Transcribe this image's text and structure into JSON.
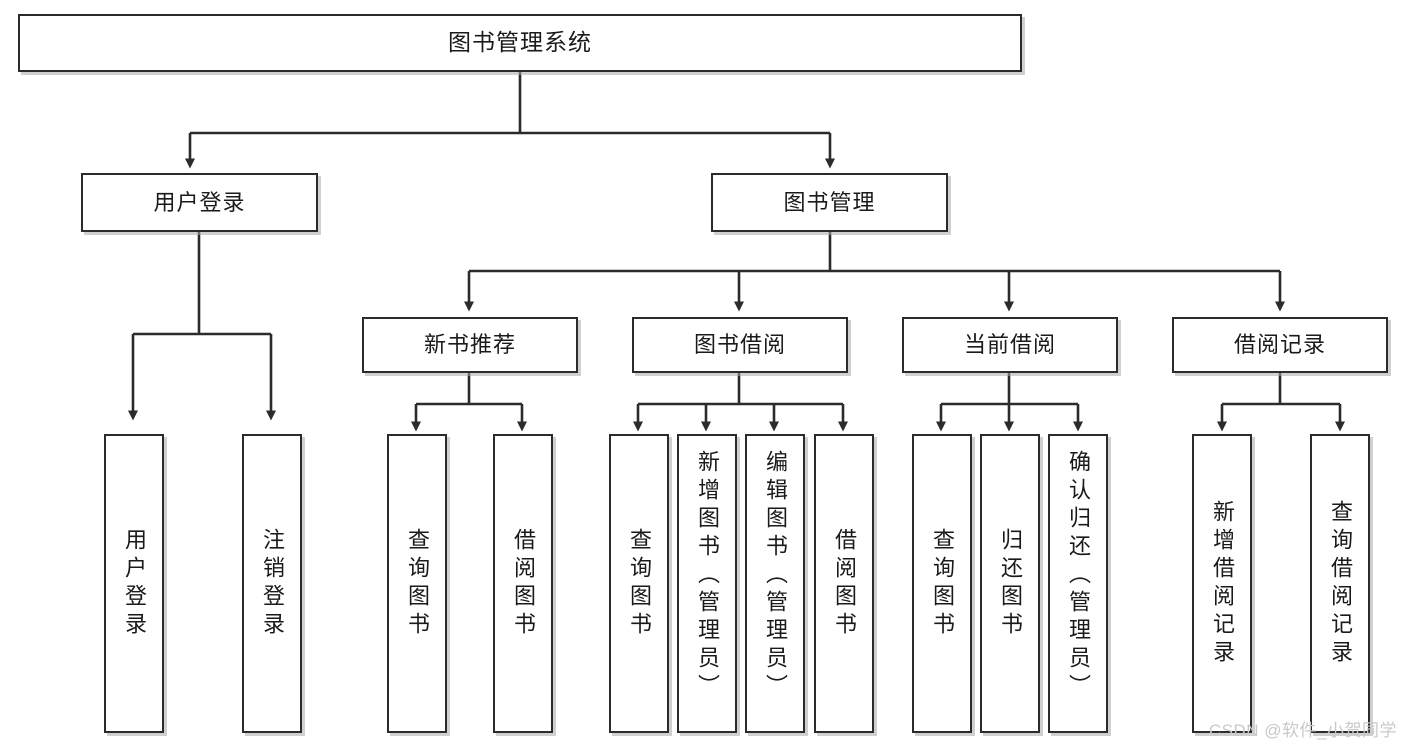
{
  "diagram": {
    "title": "图书管理系统",
    "type": "hierarchical-tree",
    "watermark": "CSDN @软件_小贺同学",
    "colors": {
      "node_border": "#2b2b2b",
      "node_fill": "#ffffff",
      "edge": "#2b2b2b",
      "text": "#1a1a1a",
      "watermark": "#c9c9c9",
      "shadow": "#aaaaaa"
    },
    "levels": {
      "root": "系统",
      "level2": "主模块",
      "level3": "子模块",
      "leaf": "功能点"
    },
    "nodes": {
      "root": {
        "label": "图书管理系统"
      },
      "level2": [
        {
          "label": "用户登录"
        },
        {
          "label": "图书管理"
        }
      ],
      "level3": [
        {
          "label": "新书推荐"
        },
        {
          "label": "图书借阅"
        },
        {
          "label": "当前借阅"
        },
        {
          "label": "借阅记录"
        }
      ],
      "leaves": {
        "user_login": [
          {
            "label": "用户登录"
          },
          {
            "label": "注销登录"
          }
        ],
        "new_book": [
          {
            "label": "查询图书"
          },
          {
            "label": "借阅图书"
          }
        ],
        "book_borrow": [
          {
            "label": "查询图书"
          },
          {
            "label": "新增图书（管理员）"
          },
          {
            "label": "编辑图书（管理员）"
          },
          {
            "label": "借阅图书"
          }
        ],
        "current_borrow": [
          {
            "label": "查询图书"
          },
          {
            "label": "归还图书"
          },
          {
            "label": "确认归还（管理员）"
          }
        ],
        "borrow_record": [
          {
            "label": "新增借阅记录"
          },
          {
            "label": "查询借阅记录"
          }
        ]
      }
    }
  }
}
